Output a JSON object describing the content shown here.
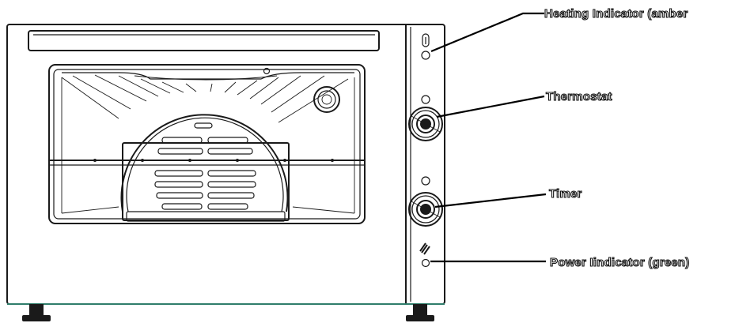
{
  "diagram": {
    "labels": {
      "heating_indicator": "Heating Indicator (amber",
      "thermostat": "Thermostat",
      "timer": "Timer",
      "power_indicator": "Power Iindicator (green)"
    }
  }
}
